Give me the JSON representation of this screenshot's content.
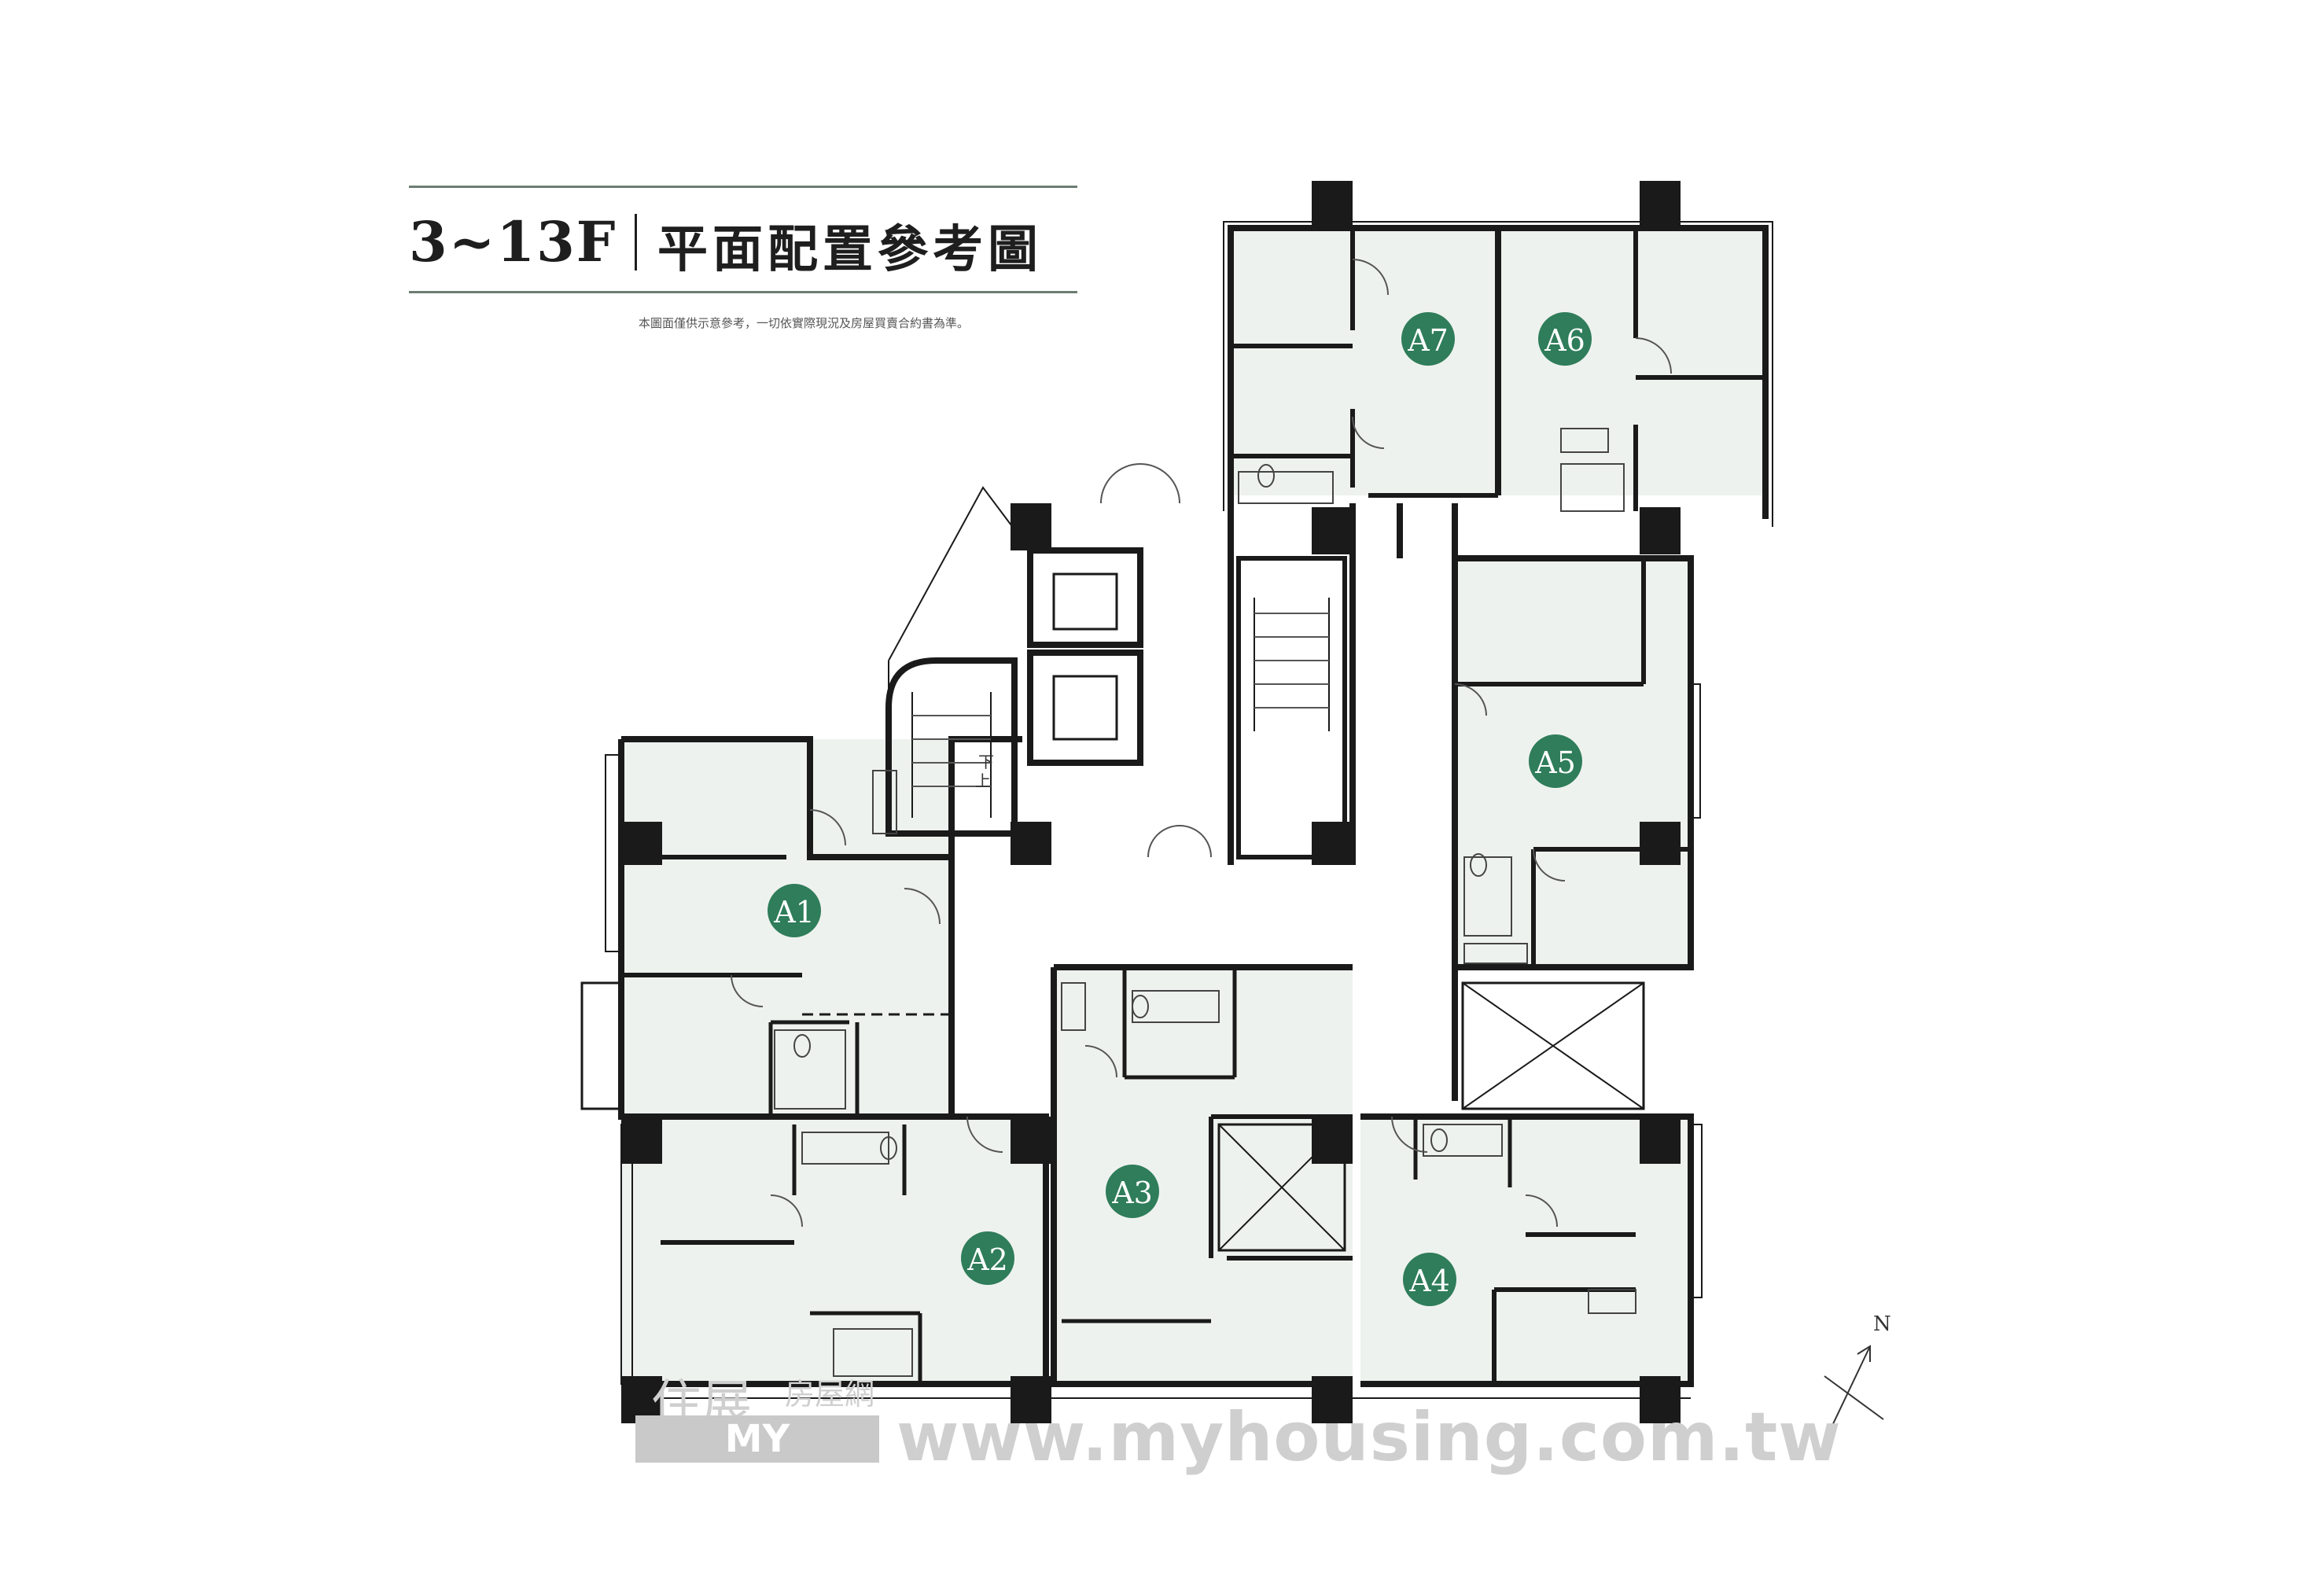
{
  "title": {
    "floors": "3~13F",
    "name": "平面配置參考圖",
    "disclaimer": "本圖面僅供示意參考，一切依實際現況及房屋買賣合約書為準。"
  },
  "units": [
    {
      "id": "A1",
      "label": "A1"
    },
    {
      "id": "A2",
      "label": "A2"
    },
    {
      "id": "A3",
      "label": "A3"
    },
    {
      "id": "A4",
      "label": "A4"
    },
    {
      "id": "A5",
      "label": "A5"
    },
    {
      "id": "A6",
      "label": "A6"
    },
    {
      "id": "A7",
      "label": "A7"
    }
  ],
  "stairs": {
    "up": "上",
    "down": "下"
  },
  "compass": {
    "label": "N"
  },
  "watermark": {
    "mark": "住展",
    "cn": "房屋網",
    "brand": "MY HOUSING",
    "url": "www.myhousing.com.tw"
  },
  "colors": {
    "wall": "#1a1a1a",
    "floor": "#eef2ef",
    "badge": "#2f7d5a",
    "badge_text": "#ffffff",
    "watermark": "#cfcfcf"
  }
}
